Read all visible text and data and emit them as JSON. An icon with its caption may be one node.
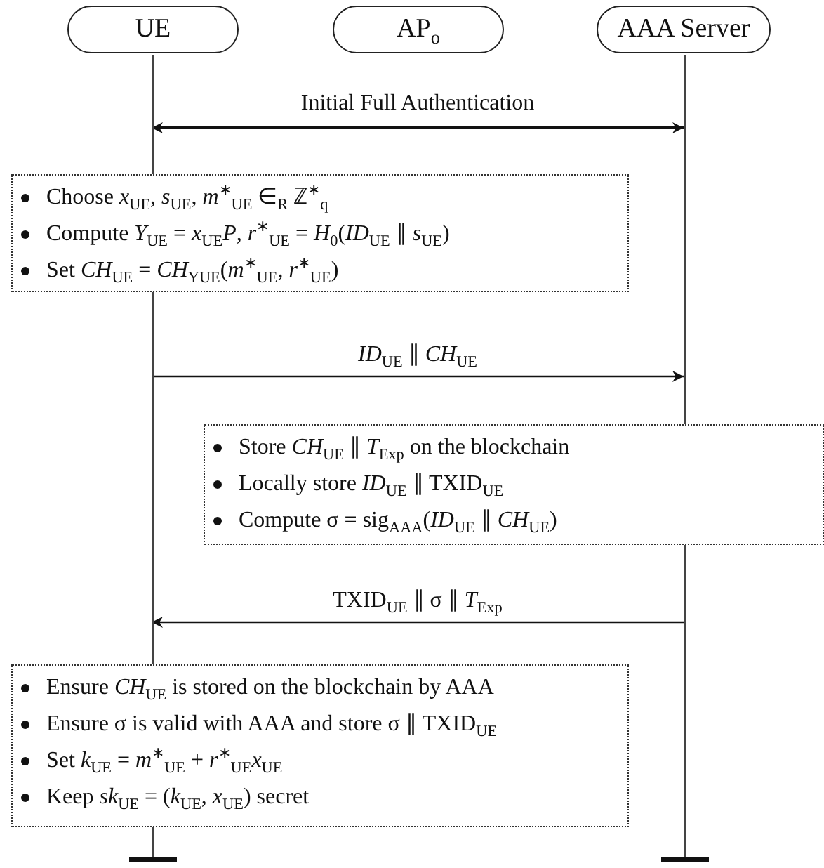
{
  "diagram": {
    "nodes": [
      {
        "text": [
          "UE"
        ]
      },
      {
        "text": [
          "AP$_{o}$"
        ]
      },
      {
        "text": [
          "AAA Server"
        ]
      },
      {
        "text": [
          "Choose *x*$_{UE}$, *s*$_{UE}$, *m*$^{∗}$$_{UE}$ ∈$_{R}$ ℤ$^{∗}$$_{q}$",
          "Compute *Y*$_{UE}$ = *x*$_{UE}$*P*, *r*$^{∗}$$_{UE}$ = *H*$_{0}$(*ID*$_{UE}$ ∥ *s*$_{UE}$)",
          "Set *CH*$_{UE}$ = *CH*$_{YUE}$(*m*$^{∗}$$_{UE}$, *r*$^{∗}$$_{UE}$)"
        ]
      },
      {
        "text": [
          "Store *CH*$_{UE}$ ∥ *T*$_{Exp}$ on the blockchain",
          "Locally store *ID*$_{UE}$ ∥ TXID$_{UE}$",
          "Compute σ = sig$_{AAA}$(*ID*$_{UE}$ ∥ *CH*$_{UE}$)"
        ]
      },
      {
        "text": [
          "Ensure *CH*$_{UE}$ is stored on the blockchain by AAA",
          "Ensure σ is valid with AAA and store σ ∥ TXID$_{UE}$",
          "Set *k*$_{UE}$ = *m*$^{∗}$$_{UE}$ + *r*$^{∗}$$_{UE}$*x*$_{UE}$",
          "Keep *sk*$_{UE}$ = (*k*$_{UE}$, *x*$_{UE}$) secret"
        ]
      }
    ],
    "edges": [
      {
        "from": 0,
        "to": 2,
        "arrow": "both",
        "label": "Initial Full Authentication"
      },
      {
        "from": 0,
        "to": 2,
        "arrow": "to",
        "label": "*ID*$_{UE}$ ∥ *CH*$_{UE}$"
      },
      {
        "from": 2,
        "to": 0,
        "arrow": "to",
        "label": "TXID$_{UE}$ ∥ σ ∥ *T*$_{Exp}$"
      }
    ]
  }
}
